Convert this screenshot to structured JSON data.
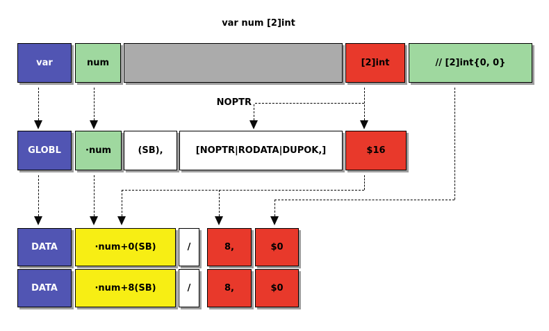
{
  "title": "var num [2]int",
  "connector_labels": {
    "noptr": "NOPTR"
  },
  "colors": {
    "blue": "#5155b3",
    "green": "#9fd89f",
    "gray": "#ababab",
    "red": "#e8392b",
    "yellow": "#f7ee14",
    "white": "#ffffff",
    "line": "#000000"
  },
  "rows": [
    {
      "name": "go-source",
      "cells": [
        {
          "label": "var"
        },
        {
          "label": "num"
        },
        {
          "label": ""
        },
        {
          "label": "[2]int"
        },
        {
          "label": "// [2]int{0, 0}"
        }
      ]
    },
    {
      "name": "globl-directive",
      "cells": [
        {
          "label": "GLOBL"
        },
        {
          "label": "·num"
        },
        {
          "label": "(SB),"
        },
        {
          "label": "[NOPTR|RODATA|DUPOK,]"
        },
        {
          "label": "$16"
        }
      ]
    },
    {
      "name": "data-directive-0",
      "cells": [
        {
          "label": "DATA"
        },
        {
          "label": "·num+0(SB)"
        },
        {
          "label": "/"
        },
        {
          "label": "8,"
        },
        {
          "label": "$0"
        }
      ]
    },
    {
      "name": "data-directive-1",
      "cells": [
        {
          "label": "DATA"
        },
        {
          "label": "·num+8(SB)"
        },
        {
          "label": "/"
        },
        {
          "label": "8,"
        },
        {
          "label": "$0"
        }
      ]
    }
  ]
}
